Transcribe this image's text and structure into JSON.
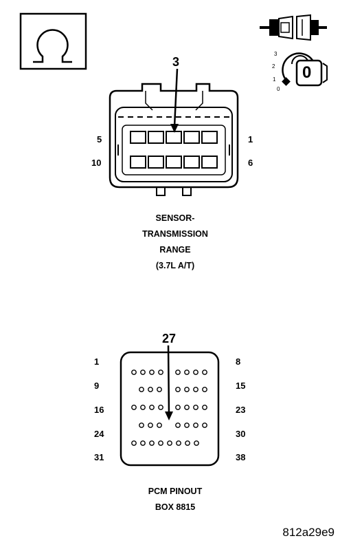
{
  "sensor_connector": {
    "pointer_pin": "3",
    "pin_top_left": "5",
    "pin_bottom_left": "10",
    "pin_top_right": "1",
    "pin_bottom_right": "6",
    "caption": [
      "SENSOR-",
      "TRANSMISSION",
      "RANGE",
      "(3.7L A/T)"
    ]
  },
  "key_legend": {
    "positions": [
      "3",
      "2",
      "1",
      "0"
    ],
    "key_label": "0"
  },
  "pcm_connector": {
    "pointer_pin": "27",
    "left_labels": [
      "1",
      "9",
      "16",
      "24",
      "31"
    ],
    "right_labels": [
      "8",
      "15",
      "23",
      "30",
      "38"
    ],
    "caption": [
      "PCM PINOUT",
      "BOX 8815"
    ]
  },
  "figure_id": "812a29e9"
}
